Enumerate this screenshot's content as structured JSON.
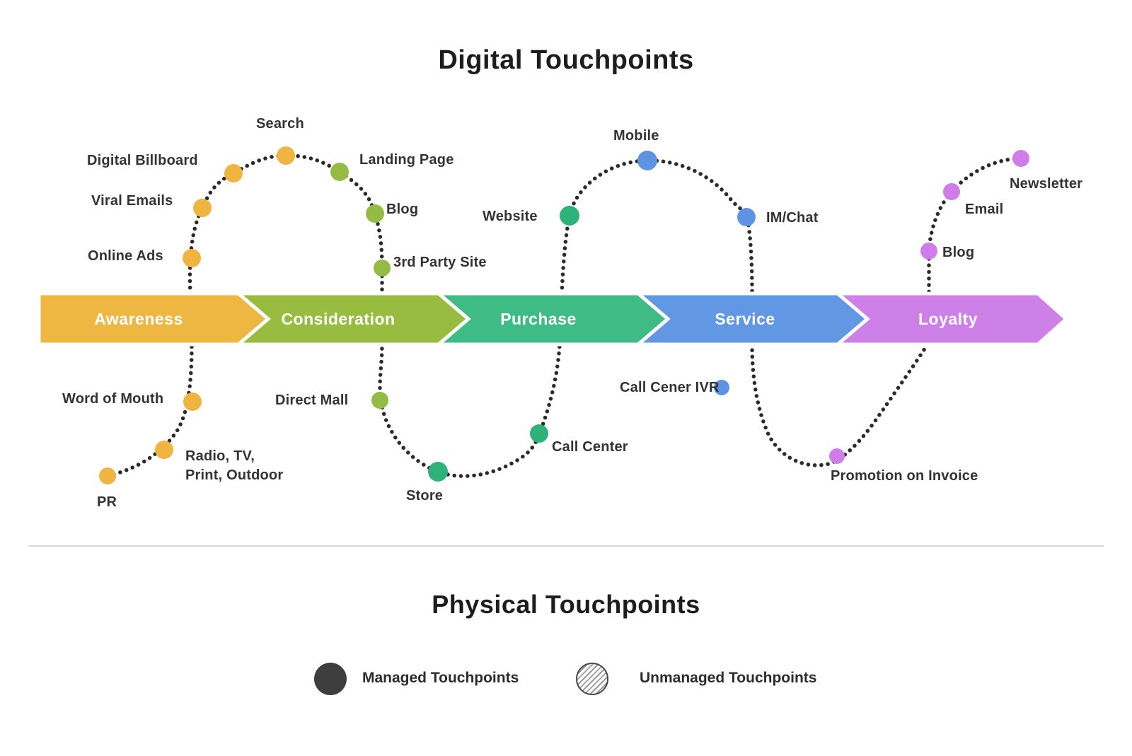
{
  "titles": {
    "digital": "Digital Touchpoints",
    "physical": "Physical Touchpoints"
  },
  "stages": [
    {
      "label": "Awareness",
      "color": "#EDB742"
    },
    {
      "label": "Consideration",
      "color": "#97BC3F"
    },
    {
      "label": "Purchase",
      "color": "#3FBC85"
    },
    {
      "label": "Service",
      "color": "#6297E3"
    },
    {
      "label": "Loyalty",
      "color": "#CD80E8"
    }
  ],
  "path_color": "#2B2B2B",
  "touchpoints": [
    {
      "id": "pr",
      "label": "PR",
      "stage": "Awareness",
      "color": "#F0B440"
    },
    {
      "id": "radio-tv-print-outdoor",
      "label": "Radio, TV,\nPrint, Outdoor",
      "stage": "Awareness",
      "color": "#F0B440"
    },
    {
      "id": "word-of-mouth",
      "label": "Word of Mouth",
      "stage": "Awareness",
      "color": "#F0B440"
    },
    {
      "id": "online-ads",
      "label": "Online Ads",
      "stage": "Awareness",
      "color": "#F0B440"
    },
    {
      "id": "viral-emails",
      "label": "Viral Emails",
      "stage": "Awareness",
      "color": "#F0B440"
    },
    {
      "id": "digital-billboard",
      "label": "Digital Billboard",
      "stage": "Awareness",
      "color": "#F0B440"
    },
    {
      "id": "search",
      "label": "Search",
      "stage": "Awareness",
      "color": "#F0B440"
    },
    {
      "id": "landing-page",
      "label": "Landing Page",
      "stage": "Consideration",
      "color": "#94BC45"
    },
    {
      "id": "blog-consideration",
      "label": "Blog",
      "stage": "Consideration",
      "color": "#94BC45"
    },
    {
      "id": "third-party-site",
      "label": "3rd Party Site",
      "stage": "Consideration",
      "color": "#94BC45"
    },
    {
      "id": "direct-mall",
      "label": "Direct Mall",
      "stage": "Consideration",
      "color": "#94BC45"
    },
    {
      "id": "store",
      "label": "Store",
      "stage": "Purchase",
      "color": "#2FB279"
    },
    {
      "id": "call-center",
      "label": "Call Center",
      "stage": "Purchase",
      "color": "#2FB279"
    },
    {
      "id": "website",
      "label": "Website",
      "stage": "Purchase",
      "color": "#2FB279"
    },
    {
      "id": "mobile",
      "label": "Mobile",
      "stage": "Service",
      "color": "#5C93E2"
    },
    {
      "id": "im-chat",
      "label": "IM/Chat",
      "stage": "Service",
      "color": "#5C93E2"
    },
    {
      "id": "call-cener-ivr",
      "label": "Call Cener IVR",
      "stage": "Service",
      "color": "#5C93E2"
    },
    {
      "id": "promotion-on-invoice",
      "label": "Promotion on Invoice",
      "stage": "Loyalty",
      "color": "#D07DEB"
    },
    {
      "id": "blog-loyalty",
      "label": "Blog",
      "stage": "Loyalty",
      "color": "#D07DEB"
    },
    {
      "id": "email",
      "label": "Email",
      "stage": "Loyalty",
      "color": "#D07DEB"
    },
    {
      "id": "newsletter",
      "label": "Newsletter",
      "stage": "Loyalty",
      "color": "#D07DEB"
    }
  ],
  "legend": {
    "managed_label": "Managed Touchpoints",
    "managed_color": "#3E3E3E",
    "unmanaged_label": "Unmanaged Touchpoints",
    "unmanaged_hatch_color": "#9C9C9C"
  }
}
